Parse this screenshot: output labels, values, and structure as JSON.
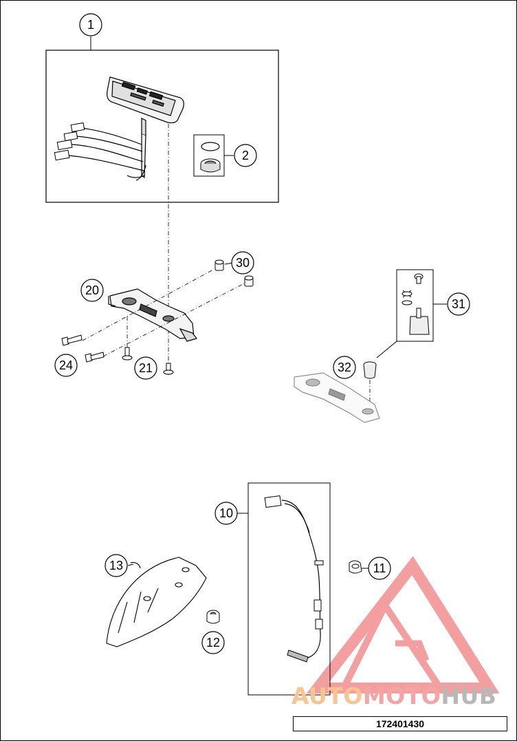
{
  "callouts": [
    {
      "id": "callout-1",
      "label": "1"
    },
    {
      "id": "callout-2",
      "label": "2"
    },
    {
      "id": "callout-10",
      "label": "10"
    },
    {
      "id": "callout-11",
      "label": "11"
    },
    {
      "id": "callout-12",
      "label": "12"
    },
    {
      "id": "callout-13",
      "label": "13"
    },
    {
      "id": "callout-20",
      "label": "20"
    },
    {
      "id": "callout-21",
      "label": "21"
    },
    {
      "id": "callout-24",
      "label": "24"
    },
    {
      "id": "callout-30",
      "label": "30"
    },
    {
      "id": "callout-31",
      "label": "31"
    },
    {
      "id": "callout-32",
      "label": "32"
    }
  ],
  "part_number": "172401430",
  "watermark": {
    "part1": "AUTO",
    "part2": "MOTO",
    "part3": "HUB"
  },
  "colors": {
    "line": "#000000",
    "watermark_red": "#f08080",
    "watermark_orange": "#f8c490",
    "watermark_grey": "#b8b8b8"
  }
}
